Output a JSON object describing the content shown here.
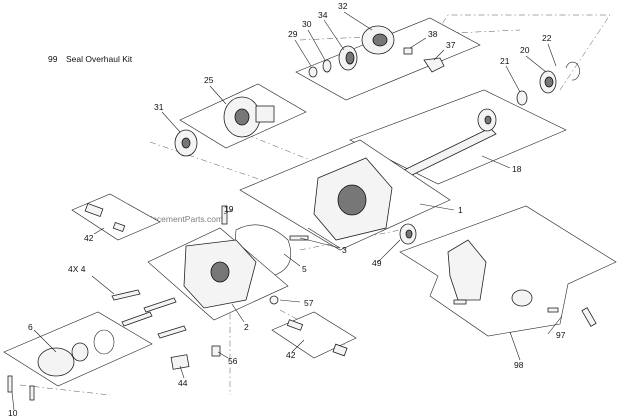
{
  "kit_note": {
    "number": "99",
    "label": "Seal Overhaul Kit"
  },
  "watermark": "eReplacementParts.com",
  "callouts": {
    "c32": "32",
    "c34": "34",
    "c30": "30",
    "c29": "29",
    "c38": "38",
    "c37": "37",
    "c22": "22",
    "c20": "20",
    "c21": "21",
    "c25": "25",
    "c31": "31",
    "c18": "18",
    "c19": "19",
    "c1": "1",
    "c42a": "42",
    "c3": "3",
    "c49": "49",
    "c5": "5",
    "c4x4": "4X 4",
    "c57": "57",
    "c2": "2",
    "c6": "6",
    "c42b": "42",
    "c56": "56",
    "c97": "97",
    "c98": "98",
    "c44": "44",
    "c10": "10"
  }
}
